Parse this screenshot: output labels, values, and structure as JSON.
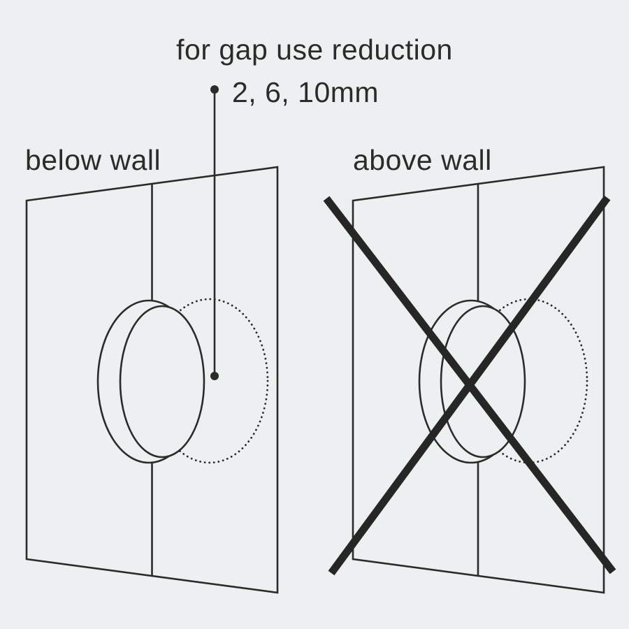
{
  "title": {
    "line1": "for gap use reduction",
    "line2": "2, 6, 10mm"
  },
  "panels": {
    "left": {
      "label": "below wall"
    },
    "right": {
      "label": "above wall"
    }
  },
  "icons": {
    "bullet": "dot-bullet",
    "leader": "leader-line-with-end-dot",
    "prohibition": "x-cross"
  },
  "colors": {
    "background": "#edf0f0",
    "line": "#2b2b2b",
    "cross": "#262626",
    "text": "#2b2b2b"
  }
}
